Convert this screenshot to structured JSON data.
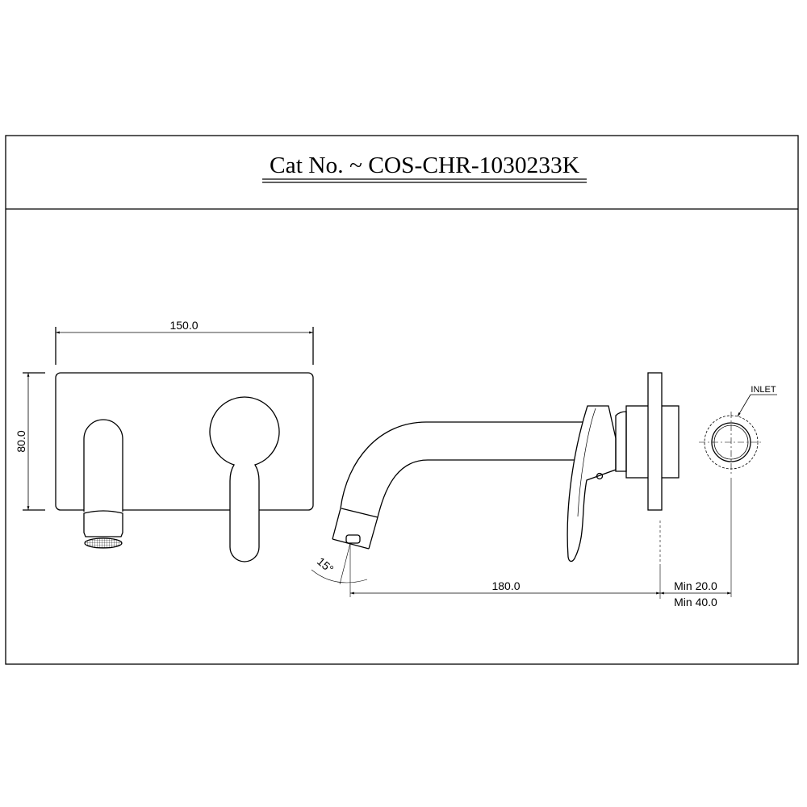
{
  "title": "Cat No. ~ COS-CHR-1030233K",
  "dimensions": {
    "width": "150.0",
    "height": "80.0",
    "spout_length": "180.0",
    "angle": "15°",
    "min_wall_1": "Min 20.0",
    "min_wall_2": "Min 40.0",
    "inlet_label": "INLET"
  }
}
